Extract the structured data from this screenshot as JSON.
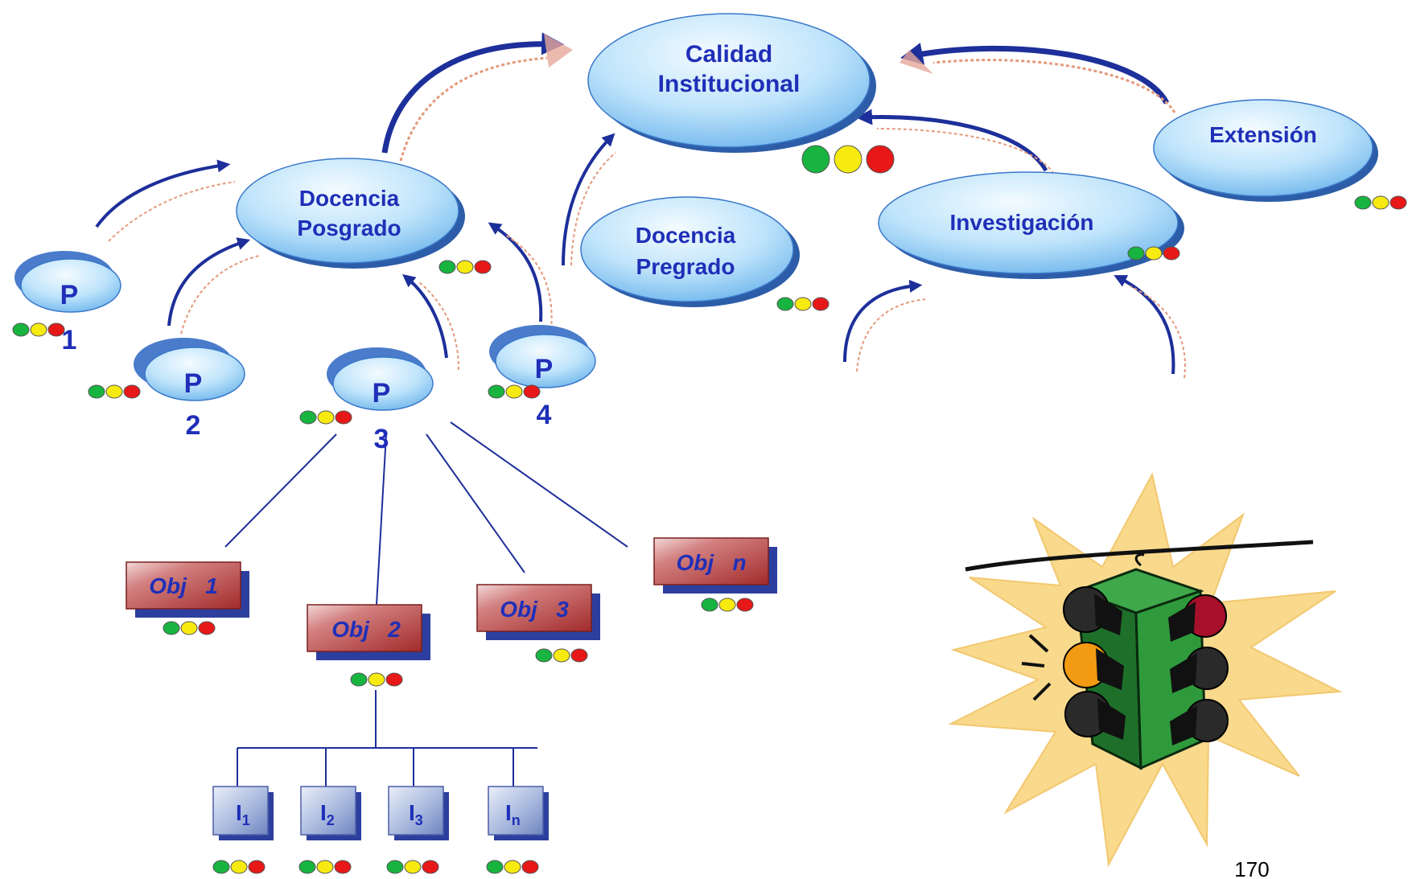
{
  "nodes": {
    "calidad": {
      "line1": "Calidad",
      "line2": "Institucional"
    },
    "docencia_posgrado": {
      "line1": "Docencia",
      "line2": "Posgrado"
    },
    "docencia_pregrado": {
      "line1": "Docencia",
      "line2": "Pregrado"
    },
    "investigacion": {
      "label": "Investigación"
    },
    "extension": {
      "label": "Extensión"
    }
  },
  "programs": [
    {
      "letter": "P",
      "number": "1"
    },
    {
      "letter": "P",
      "number": "2"
    },
    {
      "letter": "P",
      "number": "3"
    },
    {
      "letter": "P",
      "number": "4"
    }
  ],
  "objectives": [
    {
      "label": "Obj   1"
    },
    {
      "label": "Obj   2"
    },
    {
      "label": "Obj   3"
    },
    {
      "label": "Obj   n"
    }
  ],
  "indicators": [
    {
      "letter": "I",
      "sub": "1"
    },
    {
      "letter": "I",
      "sub": "2"
    },
    {
      "letter": "I",
      "sub": "3"
    },
    {
      "letter": "I",
      "sub": "n"
    }
  ],
  "page_number": "170",
  "colors": {
    "label_blue": "#1f2fb8",
    "ellipse_light": "#e6f6ff",
    "ellipse_mid": "#8fcaf5",
    "ellipse_shadow": "#2d5da8",
    "objective_red": "#b43838",
    "arrow_blue": "#1d2f9a",
    "semaphore_green": "#18b440",
    "semaphore_yellow": "#f7ea10",
    "semaphore_red": "#e81818"
  },
  "icons": [
    "traffic-light-icon"
  ]
}
